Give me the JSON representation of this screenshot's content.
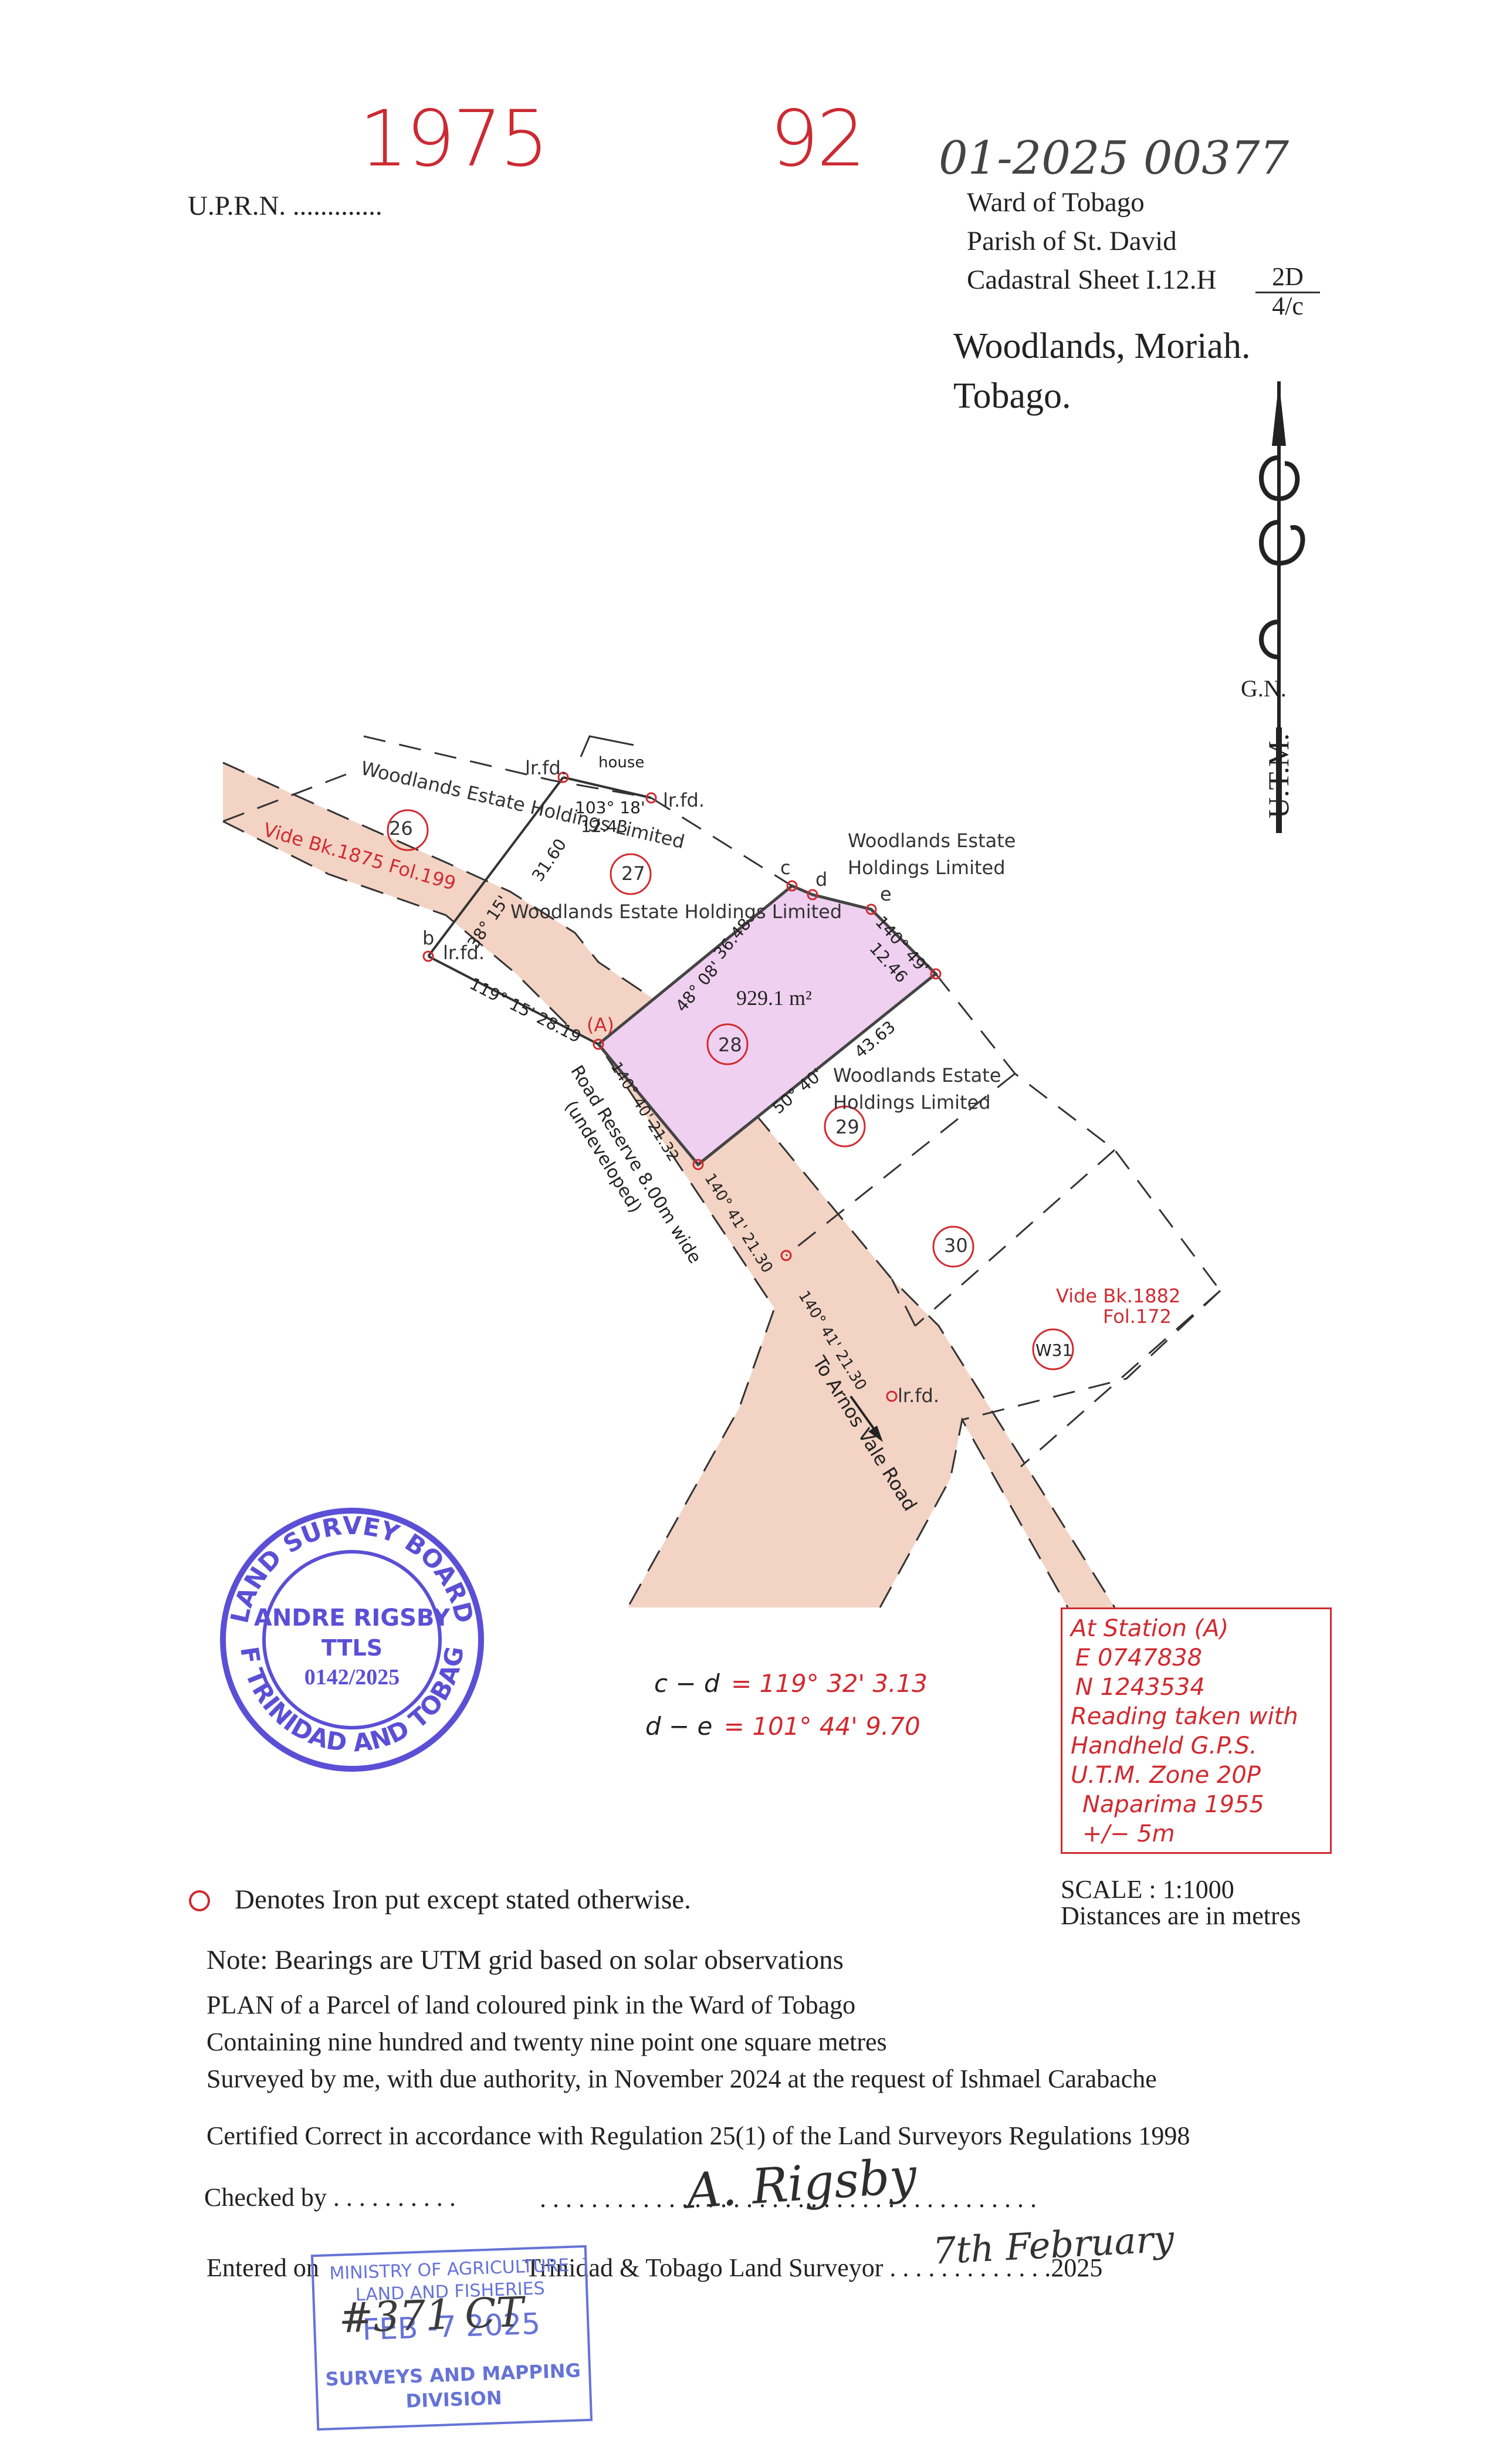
{
  "header": {
    "number_left": "1975",
    "number_right": "92",
    "handwritten_ref": "01-2025 00377",
    "uprn_label": "U.P.R.N. .............",
    "ward": "Ward of Tobago",
    "parish": "Parish of St. David",
    "cadastral": "Cadastral Sheet  I.12.H",
    "cadastral_frac_top": "2D",
    "cadastral_frac_bottom": "4/c",
    "location_line1": "Woodlands, Moriah.",
    "location_line2": "Tobago."
  },
  "north_arrow": {
    "gn_label": "G.N.",
    "utm_label": "U.T.M."
  },
  "plan": {
    "labels": {
      "woodlands_26": "Woodlands Estate Holdings Limited",
      "lot_26": "26",
      "vide_1875": "Vide Bk.1875 Fol.199",
      "lr_fd_top": "lr.fd.",
      "house": "house",
      "lr_fd_right": "lr.fd.",
      "bearing_103": "103° 18'",
      "dist_1243": "12.43",
      "dist_3160": "31.60",
      "bearing_38": "38° 15'",
      "lot_27": "27",
      "woodlands_27": "Woodlands Estate Holdings Limited",
      "point_b": "b",
      "lr_fd_b": "lr.fd.",
      "bearing_119": "119° 15' 28.19",
      "station_a": "(A)",
      "point_c": "c",
      "point_d": "d",
      "point_e": "e",
      "woodlands_right": "Woodlands Estate Holdings Limited",
      "bearing_140_top": "140° 49'",
      "dist_1246": "12.46",
      "dist_3648": "36.48",
      "bearing_48": "48° 08'",
      "area": "929.1 m²",
      "lot_28": "28",
      "bearing_50": "50° 40'",
      "dist_4363": "43.63",
      "woodlands_29": "Woodlands Estate Holdings Limited",
      "lot_29": "29",
      "road_reserve": "Road Reserve 8.00m wide",
      "undeveloped": "(undeveloped)",
      "bearing_a_side": "140° 40' 21.32",
      "bearing_mid": "140° 41' 21.30",
      "bearing_low": "140° 41' 21.30",
      "lot_30": "30",
      "vide_1882": "Vide Bk.1882",
      "fol_172": "Fol.172",
      "lot_w31": "W31",
      "lr_fd_low": "lr.fd.",
      "to_arnos": "To Arnos Vale Road"
    }
  },
  "stamp_board": {
    "top_text": "LAND SURVEY BOARD",
    "bottom_text": "OF TRINIDAD AND TOBAGO",
    "name": "ANDRE RIGSBY",
    "title": "TTLS",
    "number": "0142/2025"
  },
  "bearings_table": [
    {
      "label": "c − d",
      "value": "= 119° 32'   3.13"
    },
    {
      "label": "d − e",
      "value": "= 101° 44'   9.70"
    }
  ],
  "station_box": [
    "At Station (A)",
    "E 0747838",
    "N 1243534",
    "Reading taken with",
    "Handheld G.P.S.",
    "U.T.M. Zone 20P",
    "Naparima 1955",
    "+/− 5m"
  ],
  "legend": {
    "iron_note": "Denotes Iron put except stated otherwise.",
    "scale": "SCALE : 1:1000",
    "distances": "Distances are in metres"
  },
  "notes": {
    "note": "Note: Bearings are UTM grid based on solar observations",
    "plan": "PLAN of a Parcel of land coloured pink in the Ward of Tobago",
    "containing": "Containing nine hundred and twenty nine point one square metres",
    "surveyed": "Surveyed by me, with due authority, in November 2024 at the request of  Ishmael Carabache",
    "certified": "Certified Correct in accordance with Regulation 25(1) of the Land Surveyors Regulations 1998",
    "checked": "Checked by . . . . . . . . . .",
    "sign_dots": ". . . . . . . . . . . . . . . . . . . . . . . . . . . . . . . . . . . . . . .",
    "entered_on": "Entered on",
    "tt_surveyor": "Trinidad & Tobago  Land Surveyor . . . . . . . . . . . . .2025",
    "signature": "A. Rigsby",
    "date_handwritten": "7th February"
  },
  "stamp_ministry": {
    "line1": "MINISTRY OF AGRICULTURE",
    "line2": "LAND AND FISHERIES",
    "date": "FEB -7 2025",
    "line3": "SURVEYS AND MAPPING",
    "line4": "DIVISION",
    "handwritten": "#371 CT"
  }
}
